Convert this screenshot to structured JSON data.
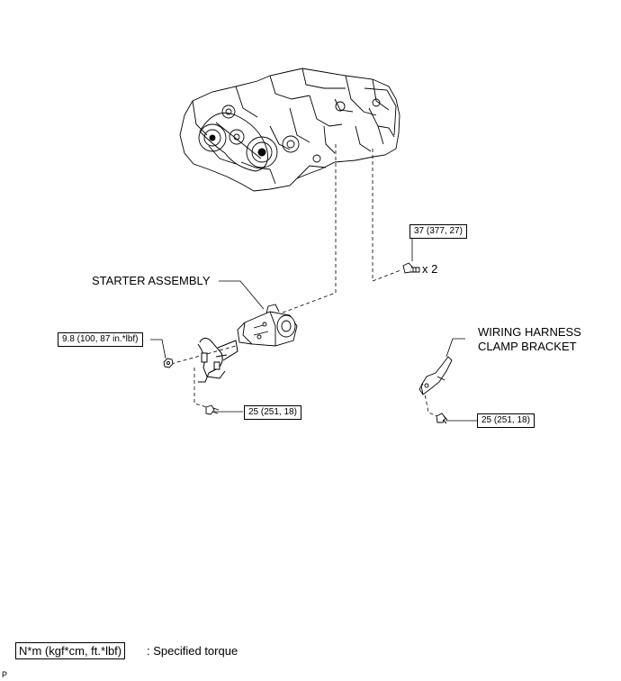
{
  "labels": {
    "starter_assembly": "STARTER ASSEMBLY",
    "wiring_harness_line1": "WIRING HARNESS",
    "wiring_harness_line2": "CLAMP BRACKET",
    "qty": "x 2"
  },
  "torques": {
    "starter_bolt": "37 (377, 27)",
    "nut": "9.8 (100, 87 in.*lbf)",
    "ground_bolt": "25 (251, 18)",
    "bracket_bolt": "25 (251, 18)"
  },
  "legend": {
    "unit": "N*m (kgf*cm, ft.*lbf)",
    "text": ": Specified torque"
  },
  "corner_mark": "P"
}
